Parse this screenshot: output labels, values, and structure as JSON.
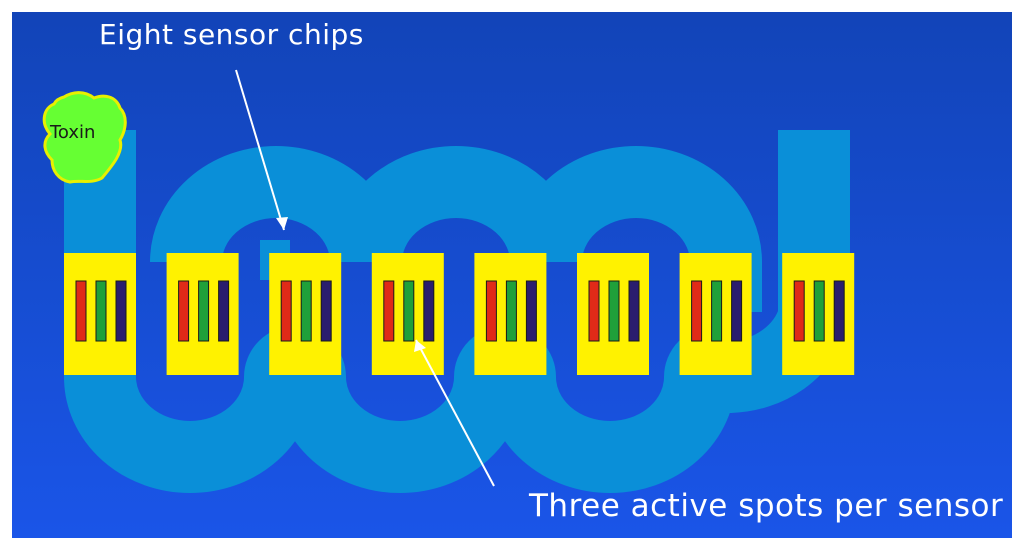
{
  "diagram": {
    "title": "Eight sensor chips",
    "caption": "Three active spots per sensor",
    "toxin_label": "Toxin",
    "chip_count": 8,
    "spots_per_chip": 3,
    "colors": {
      "background_top": "#1244b8",
      "background_bottom": "#1a55e8",
      "channel": "#0a8fd8",
      "chip": "#fff200",
      "spots": [
        "#e02a18",
        "#1fa03a",
        "#2a1d6e"
      ],
      "toxin_fill": "#66ff33",
      "toxin_outline": "#e8f000",
      "arrow": "#ffffff"
    }
  }
}
